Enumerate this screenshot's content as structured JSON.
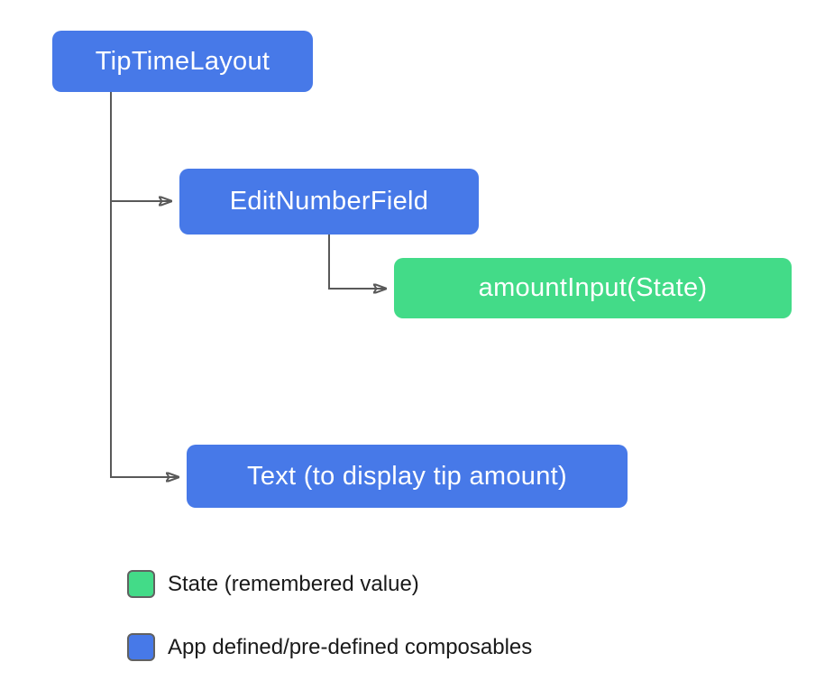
{
  "diagram": {
    "connector_color": "#595959",
    "nodes": [
      {
        "id": "tiptimelayout",
        "label": "TipTimeLayout",
        "type": "composable",
        "color": "#4779E8"
      },
      {
        "id": "editnumberfield",
        "label": "EditNumberField",
        "type": "composable",
        "color": "#4779E8"
      },
      {
        "id": "amountinput",
        "label": "amountInput(State)",
        "type": "state",
        "color": "#43DB88"
      },
      {
        "id": "text",
        "label": "Text (to display tip amount)",
        "type": "composable",
        "color": "#4779E8"
      }
    ],
    "edges": [
      {
        "from": "TipTimeLayout",
        "to": "EditNumberField"
      },
      {
        "from": "EditNumberField",
        "to": "amountInput(State)"
      },
      {
        "from": "TipTimeLayout",
        "to": "Text (to display tip amount)"
      }
    ]
  },
  "legend": {
    "items": [
      {
        "swatch_color": "#43DB88",
        "label": "State (remembered value)"
      },
      {
        "swatch_color": "#4779E8",
        "label": "App defined/pre-defined composables"
      }
    ]
  }
}
